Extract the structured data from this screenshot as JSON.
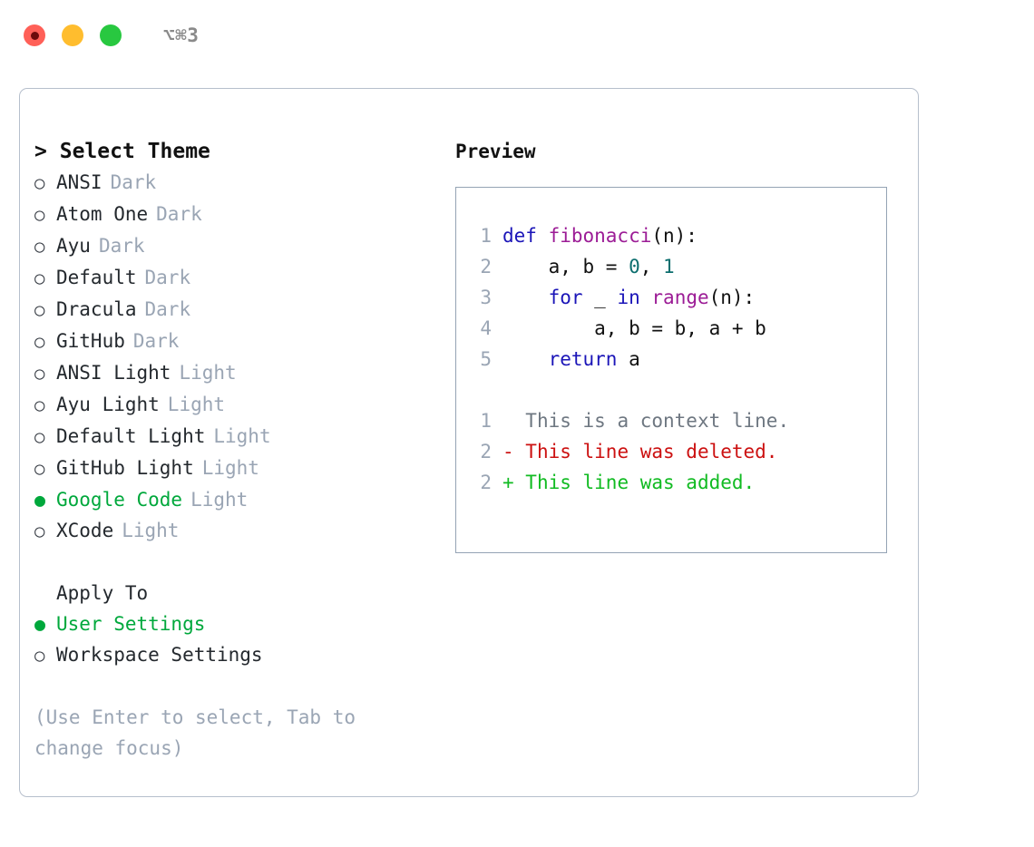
{
  "window": {
    "title": "⌥⌘3",
    "buttons": [
      {
        "name": "close-button",
        "color": "#ff6058"
      },
      {
        "name": "minimize-button",
        "color": "#ffbd2e"
      },
      {
        "name": "maximize-button",
        "color": "#28c840"
      }
    ]
  },
  "colors": {
    "accent_green": "#00a83c",
    "muted": "#9aa5b4",
    "border": "#b6bfcc",
    "preview_border": "#94a3b4",
    "keyword": "#1b15b8",
    "function": "#9c1c96",
    "number": "#0c6e6e",
    "diff_delete": "#cc1111",
    "diff_add": "#11bb22",
    "diff_context": "#6e7781"
  },
  "theme_picker": {
    "caret": ">",
    "heading": "Select Theme",
    "marker_selected": "●",
    "marker_unselected": "○",
    "items": [
      {
        "label": "ANSI",
        "kind": "Dark",
        "selected": false
      },
      {
        "label": "Atom One",
        "kind": "Dark",
        "selected": false
      },
      {
        "label": "Ayu",
        "kind": "Dark",
        "selected": false
      },
      {
        "label": "Default",
        "kind": "Dark",
        "selected": false
      },
      {
        "label": "Dracula",
        "kind": "Dark",
        "selected": false
      },
      {
        "label": "GitHub",
        "kind": "Dark",
        "selected": false
      },
      {
        "label": "ANSI Light",
        "kind": "Light",
        "selected": false
      },
      {
        "label": "Ayu Light",
        "kind": "Light",
        "selected": false
      },
      {
        "label": "Default Light",
        "kind": "Light",
        "selected": false
      },
      {
        "label": "GitHub Light",
        "kind": "Light",
        "selected": false
      },
      {
        "label": "Google Code",
        "kind": "Light",
        "selected": true
      },
      {
        "label": "XCode",
        "kind": "Light",
        "selected": false
      }
    ]
  },
  "apply_to": {
    "heading": "Apply To",
    "items": [
      {
        "label": "User Settings",
        "selected": true
      },
      {
        "label": "Workspace Settings",
        "selected": false
      }
    ]
  },
  "hint": "(Use Enter to select, Tab to change focus)",
  "preview": {
    "title": "Preview",
    "code_lines": [
      {
        "number": "1",
        "tokens": [
          {
            "text": "def ",
            "type": "kw"
          },
          {
            "text": "fibonacci",
            "type": "fn"
          },
          {
            "text": "(n):",
            "type": "def"
          }
        ]
      },
      {
        "number": "2",
        "tokens": [
          {
            "text": "    a, b = ",
            "type": "def"
          },
          {
            "text": "0",
            "type": "num"
          },
          {
            "text": ", ",
            "type": "def"
          },
          {
            "text": "1",
            "type": "num"
          }
        ]
      },
      {
        "number": "3",
        "tokens": [
          {
            "text": "    for",
            "type": "kw"
          },
          {
            "text": " _ ",
            "type": "def"
          },
          {
            "text": "in",
            "type": "kw"
          },
          {
            "text": " ",
            "type": "def"
          },
          {
            "text": "range",
            "type": "fn"
          },
          {
            "text": "(n):",
            "type": "def"
          }
        ]
      },
      {
        "number": "4",
        "tokens": [
          {
            "text": "        a, b = b, a + b",
            "type": "def"
          }
        ]
      },
      {
        "number": "5",
        "tokens": [
          {
            "text": "    return",
            "type": "kw"
          },
          {
            "text": " a",
            "type": "def"
          }
        ]
      }
    ],
    "diff_lines": [
      {
        "number": "1",
        "marker": " ",
        "text": " This is a context line.",
        "type": "ctx"
      },
      {
        "number": "2",
        "marker": "-",
        "text": " This line was deleted.",
        "type": "del"
      },
      {
        "number": "2",
        "marker": "+",
        "text": " This line was added.",
        "type": "add"
      }
    ]
  }
}
